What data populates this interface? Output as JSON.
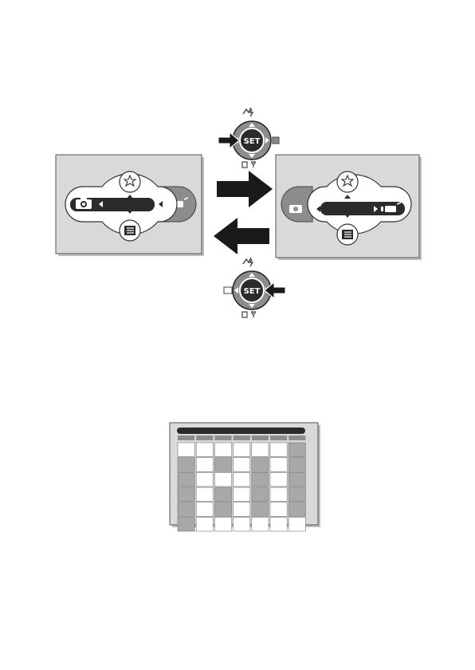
{
  "dial": {
    "center_label": "SET"
  },
  "colors": {
    "panel_bg": "#d9d9d9",
    "dark": "#2b2b2b",
    "mid_gray": "#8c8c8c",
    "light_gray": "#cfcfcf",
    "arrow": "#1a1a1a"
  },
  "icons": {
    "mode_left": "camera-icon",
    "mode_right": "video-icon",
    "top_bubble": "scene-icon",
    "bottom_bubble": "menu-icon",
    "dial_up": "flash-icon",
    "dial_down": "macro-icon",
    "dial_right": "exposure-icon",
    "dial_left": "display-icon"
  },
  "calendar": {
    "rows": 6,
    "cols": 7,
    "shaded_cells": [
      [
        0,
        6
      ],
      [
        1,
        0
      ],
      [
        1,
        2
      ],
      [
        1,
        4
      ],
      [
        1,
        6
      ],
      [
        2,
        0
      ],
      [
        2,
        4
      ],
      [
        2,
        6
      ],
      [
        3,
        0
      ],
      [
        3,
        2
      ],
      [
        3,
        4
      ],
      [
        3,
        6
      ],
      [
        4,
        0
      ],
      [
        4,
        2
      ],
      [
        4,
        4
      ],
      [
        4,
        6
      ],
      [
        5,
        0
      ]
    ]
  }
}
